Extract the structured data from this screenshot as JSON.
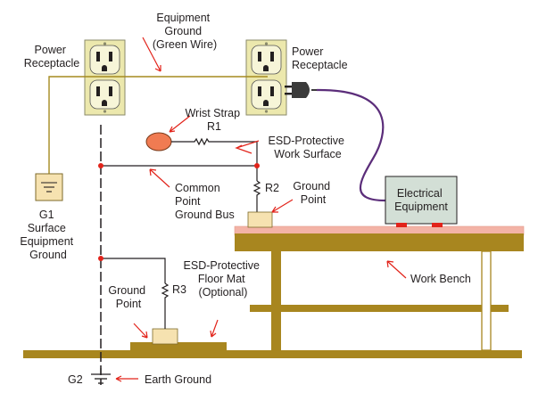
{
  "labels": {
    "equipment_ground": [
      "Equipment",
      "Ground",
      "(Green Wire)"
    ],
    "power_receptacle_left": [
      "Power",
      "Receptacle"
    ],
    "power_receptacle_right": [
      "Power",
      "Receptacle"
    ],
    "wrist_strap": [
      "Wrist Strap",
      "R1"
    ],
    "esd_work_surface": [
      "ESD-Protective",
      "Work Surface"
    ],
    "common_point": [
      "Common",
      "Point",
      "Ground Bus"
    ],
    "r2": "R2",
    "ground_point_upper": [
      "Ground",
      "Point"
    ],
    "electrical_equipment": [
      "Electrical",
      "Equipment"
    ],
    "g1": [
      "G1",
      "Surface",
      "Equipment",
      "Ground"
    ],
    "esd_floor_mat": [
      "ESD-Protective",
      "Floor Mat",
      "(Optional)"
    ],
    "work_bench": "Work Bench",
    "ground_point_lower": [
      "Ground",
      "Point"
    ],
    "r3": "R3",
    "g2": "G2",
    "earth_ground": "Earth Ground"
  },
  "colors": {
    "receptacle_body": "#ece8ad",
    "wood": "#a8861f",
    "work_surface": "#f3b3a6",
    "arrow": "#e2231a",
    "wrist_strap": "#f07b52",
    "cord": "#5b2d7a",
    "equipment_box": "#d3dfd6",
    "ground_point": "#f6e2b0",
    "node": "#e2231a"
  }
}
